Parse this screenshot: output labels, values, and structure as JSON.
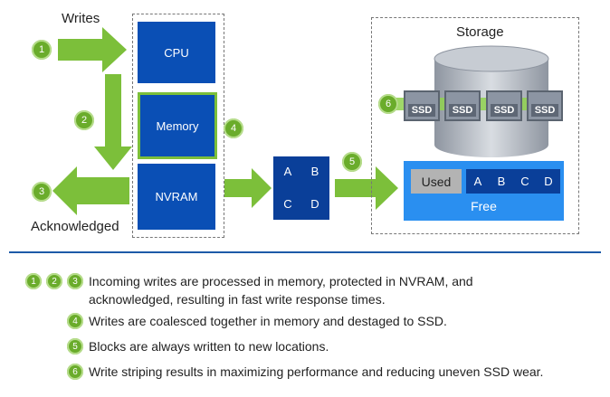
{
  "labels": {
    "writes": "Writes",
    "acknowledged": "Acknowledged",
    "storage": "Storage"
  },
  "components": {
    "cpu": "CPU",
    "memory": "Memory",
    "nvram": "NVRAM"
  },
  "steps": [
    "1",
    "2",
    "3",
    "4",
    "5",
    "6"
  ],
  "blocks": [
    "A",
    "B",
    "C",
    "D"
  ],
  "storage": {
    "used": "Used",
    "free": "Free",
    "ssd_label": "SSD"
  },
  "legend": [
    {
      "badges": [
        "1",
        "2",
        "3"
      ],
      "text_lines": [
        "Incoming writes are processed in memory, protected in NVRAM, and",
        "acknowledged, resulting in fast write response times."
      ]
    },
    {
      "badges": [
        "4"
      ],
      "text_lines": [
        "Writes are coalesced together in memory and destaged to SSD."
      ]
    },
    {
      "badges": [
        "5"
      ],
      "text_lines": [
        "Blocks are always written to new locations."
      ]
    },
    {
      "badges": [
        "6"
      ],
      "text_lines": [
        "Write striping results in maximizing performance and reducing uneven SSD wear."
      ]
    }
  ],
  "colors": {
    "green": "#6aac2b",
    "blue": "#0a4fb5",
    "dark_blue": "#0a3f99",
    "free_blue": "#2a8ff0",
    "divider": "#1d5aa8"
  }
}
